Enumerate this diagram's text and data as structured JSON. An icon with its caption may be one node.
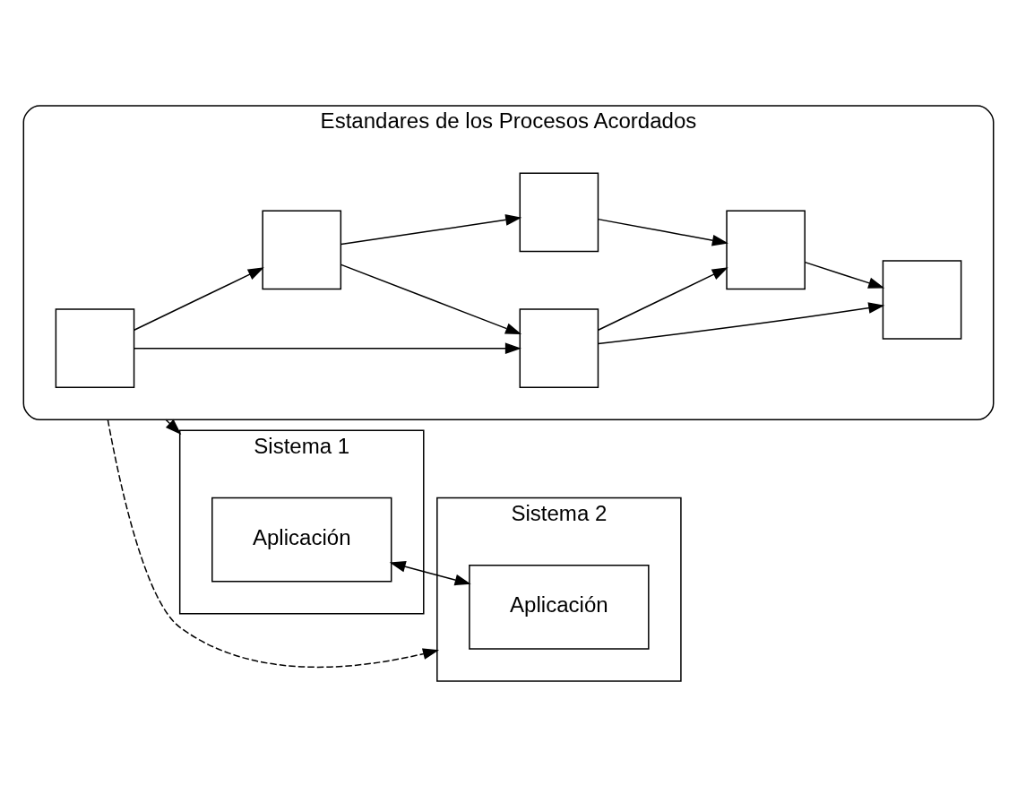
{
  "diagram": {
    "nodes": [
      {
        "text": [
          "Estandares de los Procesos Acordados"
        ]
      },
      {
        "text": [],
        "shape": "box",
        "in": 0
      },
      {
        "text": [],
        "shape": "box",
        "in": 0
      },
      {
        "text": [],
        "shape": "box",
        "in": 0
      },
      {
        "text": [],
        "shape": "box",
        "in": 0
      },
      {
        "text": [],
        "shape": "box",
        "in": 0
      },
      {
        "text": [],
        "shape": "box",
        "in": 0
      },
      {
        "text": [
          "Sistema 1"
        ]
      },
      {
        "text": [
          "Aplicación"
        ],
        "in": 7
      },
      {
        "text": [
          "Sistema 2"
        ]
      },
      {
        "text": [
          "Aplicación"
        ],
        "in": 9
      }
    ],
    "edges": [
      {
        "from": 1,
        "to": 2,
        "arrow": "to"
      },
      {
        "from": 1,
        "to": 4,
        "arrow": "to"
      },
      {
        "from": 4,
        "to": 2,
        "arrow": "to"
      },
      {
        "from": 2,
        "to": 6,
        "arrow": "to"
      },
      {
        "from": 2,
        "to": 3,
        "arrow": "to"
      },
      {
        "from": 4,
        "to": 5,
        "arrow": "to"
      },
      {
        "from": 5,
        "to": 6,
        "arrow": "to"
      },
      {
        "from": 6,
        "to": 3,
        "arrow": "to"
      },
      {
        "from": 0,
        "to": 7,
        "arrow": "to",
        "style": "dashed"
      },
      {
        "from": 0,
        "to": 9,
        "arrow": "to",
        "style": "dashed"
      },
      {
        "from": 8,
        "to": 10,
        "arrow": "both"
      }
    ]
  }
}
